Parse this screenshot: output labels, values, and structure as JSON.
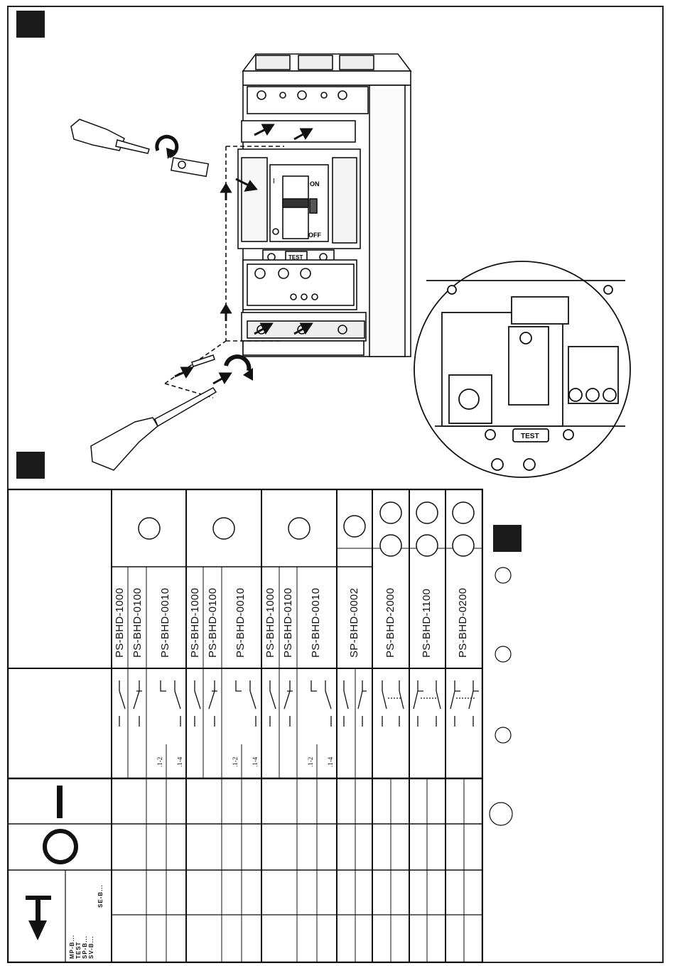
{
  "labels": {
    "switch_on": "ON",
    "switch_off": "OFF",
    "switch_one": "I",
    "test_button": "TEST",
    "detail_test": "TEST"
  },
  "table": {
    "columns": [
      {
        "code": "PS-BHD-1000",
        "group": 1
      },
      {
        "code": "PS-BHD-0100",
        "group": 1
      },
      {
        "code": "PS-BHD-0010",
        "group": 1
      },
      {
        "code": "PS-BHD-1000",
        "group": 2
      },
      {
        "code": "PS-BHD-0100",
        "group": 2
      },
      {
        "code": "PS-BHD-0010",
        "group": 2
      },
      {
        "code": "PS-BHD-1000",
        "group": 3
      },
      {
        "code": "PS-BHD-0100",
        "group": 3
      },
      {
        "code": "PS-BHD-0010",
        "group": 3
      },
      {
        "code": "SP-BHD-0002",
        "group": 4
      },
      {
        "code": "PS-BHD-2000",
        "group": 5
      },
      {
        "code": "PS-BHD-1100",
        "group": 6
      },
      {
        "code": "PS-BHD-0200",
        "group": 7
      }
    ],
    "terminal_labels": [
      ".1-2",
      ".1-4"
    ],
    "legend_right": "SE-B...",
    "legend_left_lines": [
      "MP-B...",
      "TEST",
      "SP-B...",
      "SV-B..."
    ]
  }
}
